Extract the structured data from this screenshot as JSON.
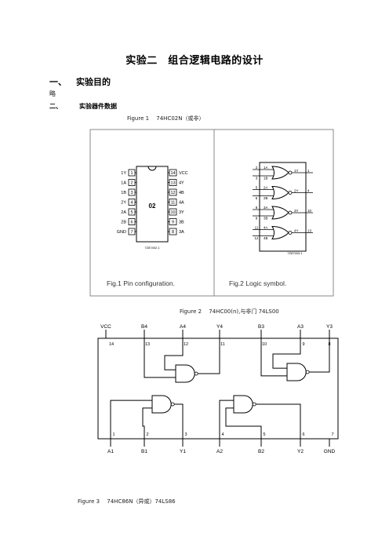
{
  "doc": {
    "title": "实验二　组合逻辑电路的设计",
    "section1": {
      "num": "一、",
      "label": "实验目的"
    },
    "omitted": "略",
    "section2": {
      "num": "二、",
      "label": "实验器件数据"
    }
  },
  "figure1": {
    "caption": "Figure 1　 74HC02N（或非）",
    "pin_caption": "Fig.1  Pin configuration.",
    "logic_caption": "Fig.2  Logic symbol.",
    "chip_label": "02",
    "left_pins": [
      "1Y",
      "1A",
      "1B",
      "2Y",
      "2A",
      "2B",
      "GND"
    ],
    "left_nums": [
      "1",
      "2",
      "3",
      "4",
      "5",
      "6",
      "7"
    ],
    "right_pins": [
      "VCC",
      "4Y",
      "4B",
      "4A",
      "3Y",
      "3B",
      "3A"
    ],
    "right_nums": [
      "14",
      "13",
      "12",
      "11",
      "10",
      "9",
      "8"
    ],
    "code_left": "7Z87402.1",
    "code_right": "7Z87403.1",
    "gates": [
      {
        "in_nums": [
          "2",
          "3"
        ],
        "in_labels": [
          "1A",
          "1B"
        ],
        "out_label": "1Y",
        "out_num": "1"
      },
      {
        "in_nums": [
          "5",
          "6"
        ],
        "in_labels": [
          "2A",
          "2B"
        ],
        "out_label": "2Y",
        "out_num": "4"
      },
      {
        "in_nums": [
          "8",
          "9"
        ],
        "in_labels": [
          "3A",
          "3B"
        ],
        "out_label": "3Y",
        "out_num": "10"
      },
      {
        "in_nums": [
          "11",
          "12"
        ],
        "in_labels": [
          "4A",
          "4B"
        ],
        "out_label": "4Y",
        "out_num": "13"
      }
    ]
  },
  "figure2": {
    "caption": "Figure 2　 74HC00(n),与非门 74LS00",
    "top_labels": [
      "VCC",
      "B4",
      "A4",
      "Y4",
      "B3",
      "A3",
      "Y3"
    ],
    "top_nums": [
      "14",
      "13",
      "12",
      "11",
      "10",
      "9",
      "8"
    ],
    "bottom_labels": [
      "A1",
      "B1",
      "Y1",
      "A2",
      "B2",
      "Y2",
      "GND"
    ],
    "bottom_nums": [
      "1",
      "2",
      "3",
      "4",
      "5",
      "6",
      "7"
    ]
  },
  "figure3": {
    "caption": "Figure 3　 74HC86N（异或）74LS86"
  }
}
